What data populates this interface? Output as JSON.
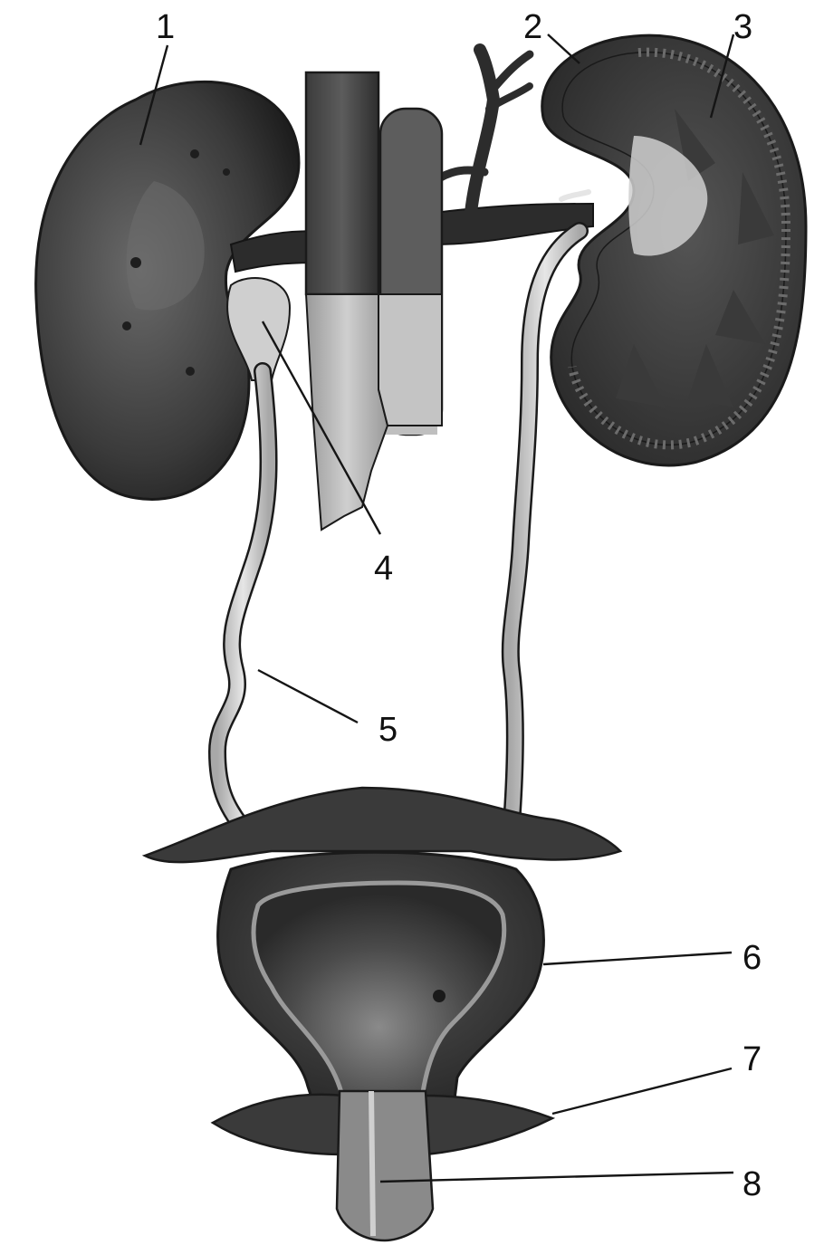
{
  "callouts": [
    {
      "id": "c1",
      "number": "1"
    },
    {
      "id": "c2",
      "number": "2"
    },
    {
      "id": "c3",
      "number": "3"
    },
    {
      "id": "c4",
      "number": "4"
    },
    {
      "id": "c5",
      "number": "5"
    },
    {
      "id": "c6",
      "number": "6"
    },
    {
      "id": "c7",
      "number": "7"
    },
    {
      "id": "c8",
      "number": "8"
    }
  ],
  "colors": {
    "ink": "#111111",
    "organ_dark": "#2e2e2e",
    "organ_mid": "#5a5a5a",
    "tube_light": "#d2d2d2",
    "vein_lower": "#b8b8b8",
    "pelvis_light": "#cfcfcf"
  }
}
